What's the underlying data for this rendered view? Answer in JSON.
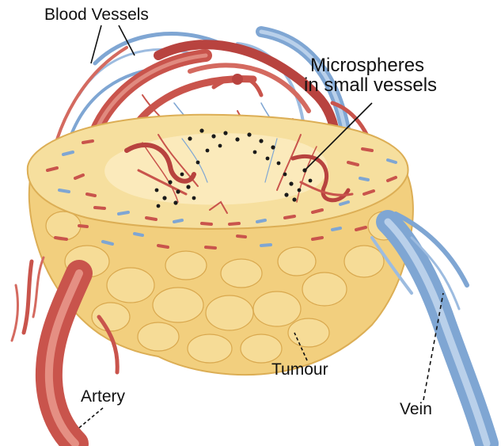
{
  "labels": {
    "blood_vessels": "Blood Vessels",
    "microspheres_line1": "Microspheres",
    "microspheres_line2": "in small vessels",
    "tumour": "Tumour",
    "artery": "Artery",
    "vein": "Vein"
  },
  "colors": {
    "tumour_body": "#f2cf7e",
    "tumour_top": "#f6df9e",
    "tumour_shade": "#dcae55",
    "artery": "#c9544c",
    "artery_dark": "#9c2f2c",
    "vein": "#7fa6d3",
    "vein_light": "#b9d0ea",
    "microsphere": "#1a1a1a"
  }
}
